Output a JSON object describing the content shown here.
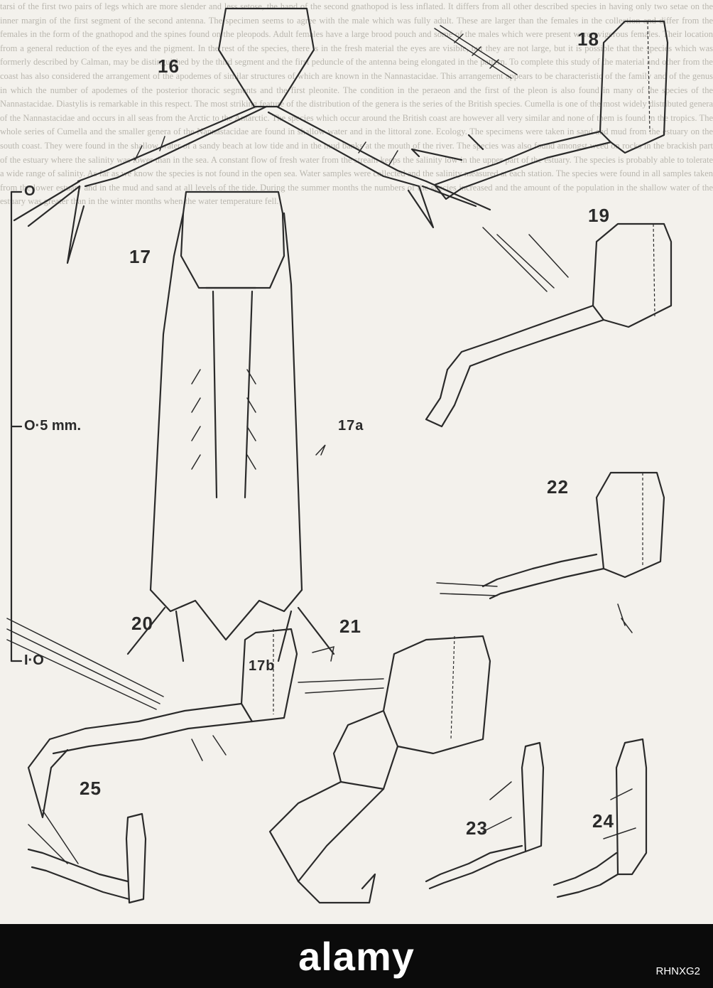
{
  "plate": {
    "background_text": "tarsi of the first two pairs of legs which are more slender and less setose, the hand of the second gnathopod is less inflated. It differs from all other described species in having only two setae on the inner margin of the first segment of the second antenna. The specimen seems to agree with the male which was fully adult. These are larger than the females in the collection and differ from the females in the form of the gnathopod and the spines found on the pleopods. Adult females have a large brood pouch and some of the males which were present were ovigerous females. Their location from a general reduction of the eyes and the pigment. In the rest of the species, there is in the fresh material the eyes are visible, but they are not large, but it is possible that the species which was formerly described by Calman, may be distinguished by the third segment and the first peduncle of the antenna being elongated in the pattern. To complete this study of the material and other from the coast has also considered the arrangement of the apodemes of similar structures of which are known in the Nannastacidae. This arrangement appears to be characteristic of the family and of the genus in which the number of apodemes of the posterior thoracic segments and the first pleonite. The condition in the peraeon and the first of the pleon is also found in many of the species of the Nannastacidae. Diastylis is remarkable in this respect. The most striking feature of the distribution of the genera is the series of the British species. Cumella is one of the most widely distributed genera of the Nannastacidae and occurs in all seas from the Arctic to the Antarctic. The species which occur around the British coast are however all very similar and none of them is found in the tropics. The whole series of Cumella and the smaller genera of the Nannastacidae are found in shallow water and in the littoral zone. Ecology. The specimens were taken in sand and mud from the estuary on the south coast. They were found in the shallow water of a sandy beach at low tide and in the mud banks at the mouth of the river. The species was also found amongst weed on rocks in the brackish part of the estuary where the salinity was lower than in the sea. A constant flow of fresh water from the stream keeps the salinity low in the upper part of the estuary. The species is probably able to tolerate a wide range of salinity. As far as we know the species is not found in the open sea. Water samples were collected and the salinity measured at each station. The species were found in all samples taken from the lower estuary and in the mud and sand at all levels of the tide. During the summer months the numbers of the species increased and the amount of the population in the shallow water of the estuary was greater than in the winter months when the water temperature fell.",
    "figure_labels": {
      "f16": "16",
      "f17": "17",
      "f17a": "17a",
      "f17b": "17b",
      "f18": "18",
      "f19": "19",
      "f20": "20",
      "f21": "21",
      "f22": "22",
      "f23": "23",
      "f24": "24",
      "f25": "25"
    },
    "scale_bar": {
      "top": "O",
      "middle": "O·5 mm.",
      "bottom": "I·O"
    }
  },
  "watermark": {
    "text": "alamy",
    "image_id": "RHNXG2"
  },
  "colors": {
    "ink": "#2a2a2a",
    "paper": "#f3f1ec",
    "bar": "#0b0b0b"
  }
}
